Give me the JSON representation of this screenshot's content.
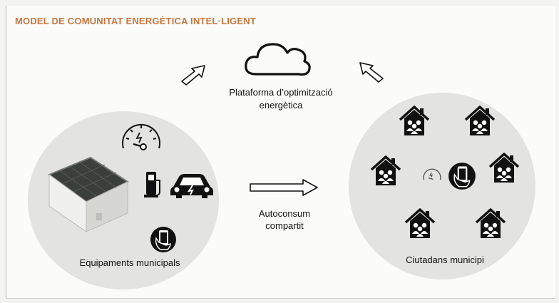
{
  "title": "MODEL DE COMUNITAT ENERGÈTICA INTEL·LIGENT",
  "platform": {
    "line1": "Plataforma d’optimització",
    "line2": "energètica"
  },
  "left_group": {
    "label": "Equipaments municipals"
  },
  "right_group": {
    "label": "Ciutadans municipi"
  },
  "flow": {
    "line1": "Autoconsum",
    "line2": "compartit"
  },
  "colors": {
    "title": "#c9773f",
    "circle": "#e3e3e1",
    "icon": "#111111"
  },
  "icons": [
    "cloud-icon",
    "arrow-up-right-icon",
    "arrow-up-left-icon",
    "building-solar-icon",
    "energy-meter-icon",
    "charging-station-icon",
    "electric-car-icon",
    "mobile-hand-icon",
    "community-house-icon",
    "arrow-right-icon"
  ]
}
